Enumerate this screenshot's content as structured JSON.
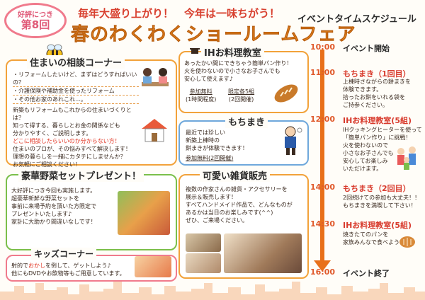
{
  "header": {
    "badge_line1": "好評につき",
    "badge_line2": "第8回",
    "tagline": "毎年大盛り上がり！　今年は一味ちがう！",
    "title": "春のわくわくショールームフェア",
    "schedule_title": "イベントタイムスケジュール"
  },
  "housing": {
    "title": "住まいの相談コーナー",
    "bullets": [
      "・リフォームしたいけど、まずはどうすればいいの？",
      "・介護保険や補助金を使ったリフォーム",
      "・その他お家のあれこれ…。"
    ],
    "body1": "新築もリフォームもこれからの住まいづくりとは？",
    "body2": "知って得する、暮らしとお金の関係なども",
    "body3": "分かりやすく、ご説明します。",
    "red": "どこに相談したらいいのか分からない方！",
    "body4": "住まいのプロが、その悩みすべて解決します！",
    "body5": "理想の暮らしを一緒にカタチにしませんか？",
    "body6": "お気軽にご相談ください！"
  },
  "vegetables": {
    "title": "豪華野菜セットプレゼント！",
    "line1": "大好評につき今回も実施します。",
    "line2": "超豪華新鮮な野菜セットを",
    "line3": "事前に来場予約を頂いた方限定で",
    "line4": "プレゼントいたします♪",
    "line5": "家計に大助かり間違いなしです！"
  },
  "kids": {
    "title": "キッズコーナー",
    "line1_a": "射的で",
    "line1_red": "おかし",
    "line1_b": "を倒して、ゲットしよう♪",
    "line2": "他にもDVDやお飲物等もご用意しています。"
  },
  "ih": {
    "title": "IHお料理教室",
    "line1": "あったかい間にできちゃう簡単パン作り！",
    "line2": "火を使わないので小さなお子さんでも",
    "line3": "安心して使えます♪",
    "fee": "参加無料",
    "fee_note": "(1時間程度)",
    "limit": "限定各5組",
    "limit_note": "(2回開催)"
  },
  "mochi": {
    "title": "もちまき",
    "line1": "最近では珍しい",
    "line2": "新築上棟時の",
    "line3": "餅まきが体験できます！",
    "note": "参加無料(2回開催)"
  },
  "goods": {
    "title": "可愛い雑貨販売",
    "line1": "複数の作家さんの雑貨・アクセサリーを",
    "line2": "展示＆販売します！",
    "line3": "すべてハンドメイド作品で、どんなものが",
    "line4": "あるかは当日のお楽しみです(^^)",
    "line5": "ぜひ、ご来場ください。"
  },
  "schedule": [
    {
      "time": "10:00",
      "event": "イベント開始",
      "desc": []
    },
    {
      "time": "11:00",
      "event": "もちまき（1回目）",
      "desc": [
        "上棟時さながらの餅まきを",
        "体験できます。",
        "拾ったお餅をいれる袋を",
        "ご持参ください。"
      ]
    },
    {
      "time": "12:00",
      "event": "IHお料理教室(5組)",
      "desc": [
        "IHクッキングヒーターを使って",
        "「簡単パン作り」に挑戦！",
        "火を使わないので",
        "小さなお子さんでも",
        "安心してお楽しみ",
        "いただけます。"
      ]
    },
    {
      "time": "14:00",
      "event": "もちまき（2回目）",
      "desc": [
        "2回続けての参加も大丈夫！！",
        "もちまきを満喫して下さい！"
      ]
    },
    {
      "time": "14:30",
      "event": "IHお料理教室(5組)",
      "desc": [
        "焼きたてのパンを",
        "家族みんなで食べよう！"
      ]
    },
    {
      "time": "16:00",
      "event": "イベント終了",
      "desc": []
    }
  ],
  "colors": {
    "accent": "#e8701a",
    "pink": "#f07a8c",
    "red": "#e0301e",
    "green": "#7bbf4a"
  }
}
